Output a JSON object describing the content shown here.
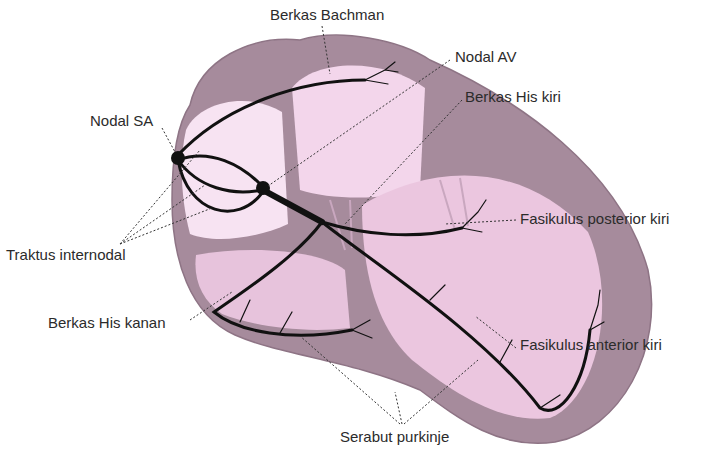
{
  "diagram": {
    "labels": [
      "Berkas Bachman",
      "Nodal AV",
      "Berkas His kiri",
      "Nodal SA",
      "Fasikulus posterior kiri",
      "Traktus internodal",
      "Berkas His kanan",
      "Fasikulus anterior kiri",
      "Serabut purkinje"
    ]
  }
}
